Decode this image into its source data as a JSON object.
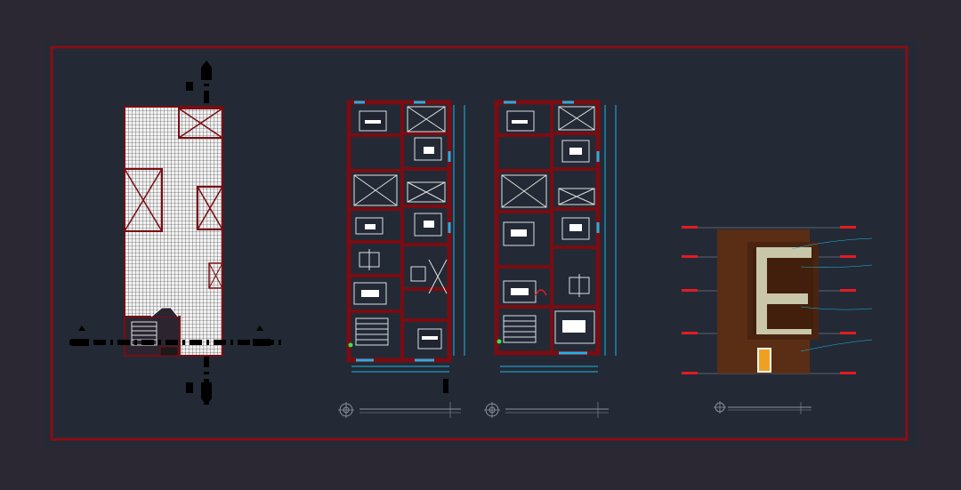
{
  "app": {
    "title": ""
  },
  "colors": {
    "window_bg": "#2b2833",
    "sheet_bg": "#232a35",
    "frame": "#8a0d14",
    "wall": "#7a0c12",
    "cyan": "#1fb4e6",
    "white": "#ffffff",
    "facade_brown": "#5a2e15",
    "facade_beige": "#c9c6a9",
    "green": "#2ee84c",
    "orange": "#f0a020"
  },
  "drawings": {
    "roof_plan": {
      "symbol": "section-marker"
    },
    "floor_plan_1": {
      "title": "",
      "symbol": "north-arrow"
    },
    "floor_plan_2": {
      "title": "",
      "symbol": "north-arrow"
    },
    "elevation": {
      "title": "",
      "level_lines": 5
    }
  }
}
